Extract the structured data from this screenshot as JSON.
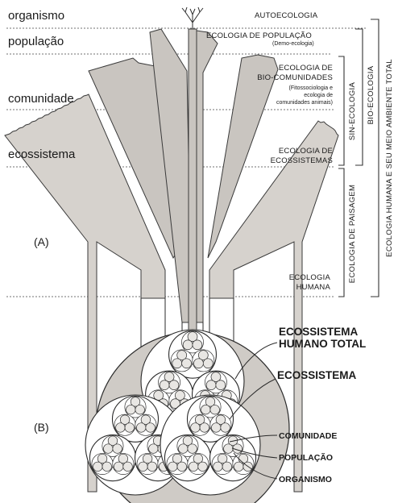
{
  "levels": {
    "organismo": "organismo",
    "populacao": "população",
    "comunidade": "comunidade",
    "ecossistema": "ecossistema"
  },
  "zones": {
    "autoecologia": "AUTOECOLOGIA",
    "eco_populacao": "ECOLOGIA DE POPULAÇÃO",
    "demo_ecologia": "(Demo-ecologia)",
    "eco_biocom_1": "ECOLOGIA DE",
    "eco_biocom_2": "BIO-COMUNIDADES",
    "fito_1": "(Fitossociologia e",
    "fito_2": "ecologia de",
    "fito_3": "comunidades animais)",
    "eco_ecos_1": "ECOLOGIA DE",
    "eco_ecos_2": "ECOSSISTEMAS",
    "eco_humana_1": "ECOLOGIA",
    "eco_humana_2": "HUMANA"
  },
  "side_labels": {
    "sin_ecologia": "SIN-ECOLOGIA",
    "bio_ecologia": "BIO-ECOLOGIA",
    "eco_paisagem": "ECOLOGIA DE PAISAGEM",
    "eco_humana_total": "ECOLOGIA HUMANA E SEU MEIO AMBIENTE TOTAL"
  },
  "panel_tags": {
    "a": "(A)",
    "b": "(B)"
  },
  "callouts": {
    "eco_humano_1": "ECOSSISTEMA",
    "eco_humano_2": "HUMANO TOTAL",
    "ecossistema": "ECOSSISTEMA",
    "comunidade": "COMUNIDADE",
    "populacao": "POPULAÇÃO",
    "organismo": "ORGANISMO"
  },
  "colors": {
    "fill": "#c9c5c0",
    "line": "#2a2a2a"
  }
}
